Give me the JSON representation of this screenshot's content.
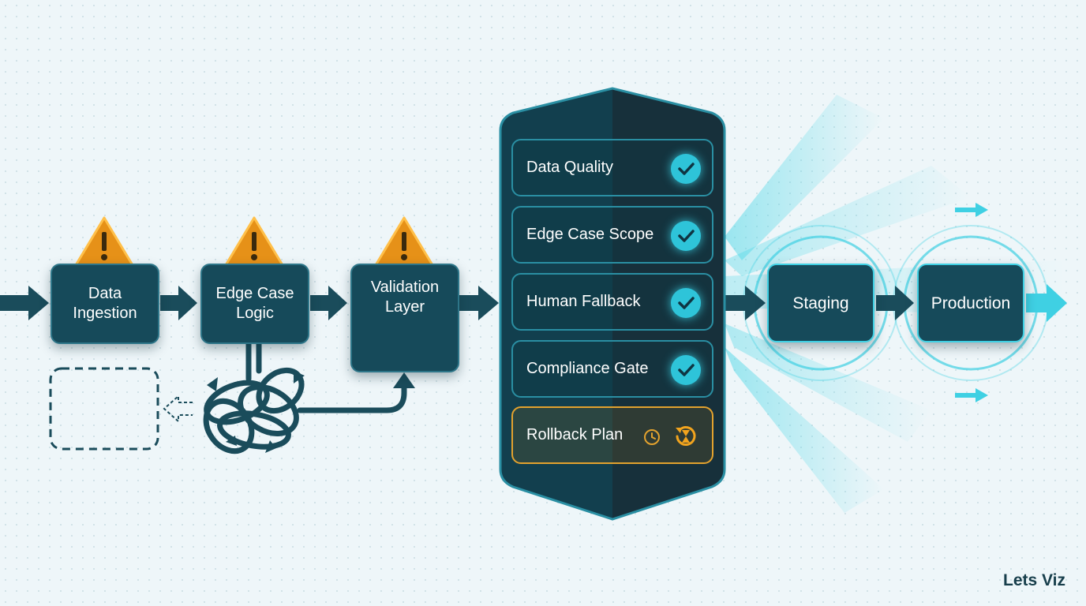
{
  "pipeline": {
    "stages": [
      {
        "line1": "Data",
        "line2": "Ingestion"
      },
      {
        "line1": "Edge Case",
        "line2": "Logic"
      },
      {
        "line1": "Validation",
        "line2": "Layer"
      }
    ]
  },
  "gate": {
    "checks": [
      {
        "label": "Data Quality",
        "status": "check-icon"
      },
      {
        "label": "Edge Case Scope",
        "status": "check-icon"
      },
      {
        "label": "Human Fallback",
        "status": "check-icon"
      },
      {
        "label": "Compliance Gate",
        "status": "check-icon"
      },
      {
        "label": "Rollback Plan",
        "status": "hourglass-icon"
      }
    ]
  },
  "deploy": {
    "staging": "Staging",
    "production": "Production"
  },
  "branding": "Lets Viz",
  "colors": {
    "node": "#164a5a",
    "accent_cyan": "#2ec4d9",
    "warning": "#f0a01c",
    "arrow": "#1a4c5b"
  }
}
